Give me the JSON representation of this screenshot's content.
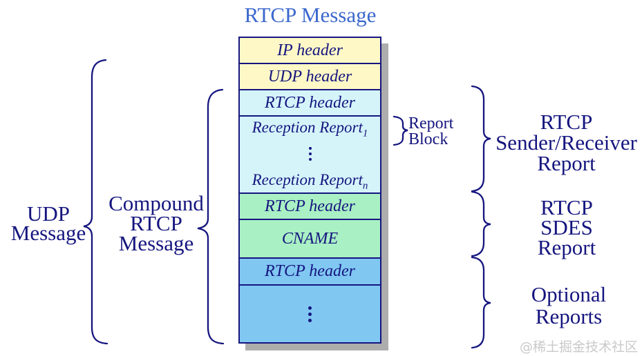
{
  "title": "RTCP Message",
  "colors": {
    "title_blue": "#3c68cd",
    "line_navy": "#15157f",
    "ip_udp_yellow": "#fdf8c6",
    "rtcp_cyan": "#d4f4fa",
    "sdes_green": "#a9f0c4",
    "optional_blue": "#80c7f2",
    "shadow_gray": "#adadad",
    "watermark_gray": "#c9c9c9"
  },
  "stack": {
    "ip_header": "IP header",
    "udp_header": "UDP header",
    "rtcp_header_1": "RTCP header",
    "reception_report_first": {
      "text": "Reception Report",
      "sub": "1"
    },
    "reception_report_last": {
      "text": "Reception Report",
      "sub": "n"
    },
    "rtcp_header_2": "RTCP header",
    "cname": "CNAME",
    "rtcp_header_3": "RTCP header"
  },
  "left_labels": {
    "udp_message": {
      "lines": [
        "UDP",
        "Message"
      ]
    },
    "compound_rtcp": {
      "lines": [
        "Compound",
        "RTCP",
        "Message"
      ]
    }
  },
  "right_labels": {
    "report_block": {
      "lines": [
        "Report",
        "Block"
      ]
    },
    "sender_receiver_report": {
      "lines": [
        "RTCP",
        "Sender/Receiver",
        "Report"
      ]
    },
    "sdes_report": {
      "lines": [
        "RTCP",
        "SDES",
        "Report"
      ]
    },
    "optional_reports": {
      "lines": [
        "Optional",
        "Reports"
      ]
    }
  },
  "watermark": "@稀土掘金技术社区"
}
